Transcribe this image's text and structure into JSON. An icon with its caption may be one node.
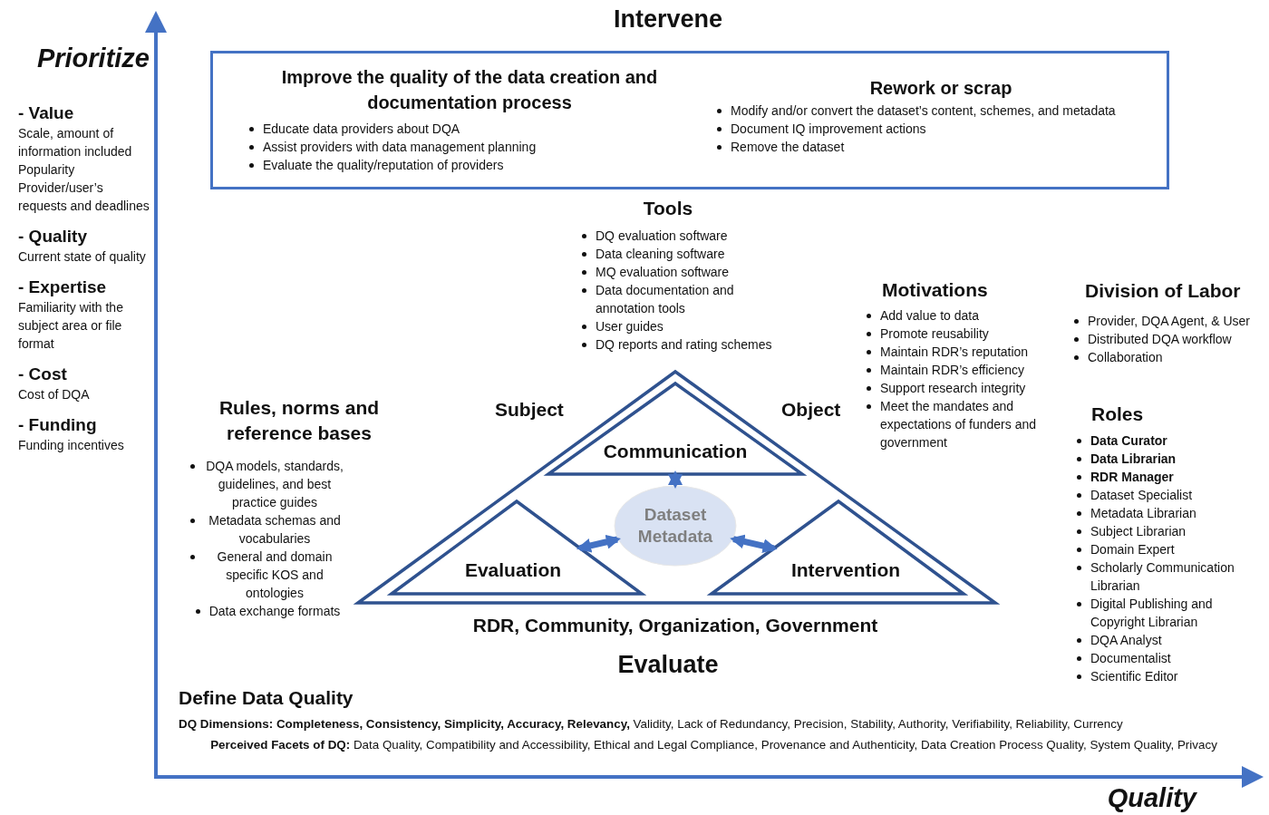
{
  "diagram": {
    "nodes": [
      {
        "text": [
          "Improve the quality of the data creation and documentation process",
          "Educate data providers about DQA",
          "Assist providers with data management planning",
          "Evaluate the quality/reputation of providers",
          "Rework or scrap",
          "Modify and/or convert the dataset’s content, schemes, and metadata",
          "Document IQ improvement actions",
          "Remove the dataset"
        ]
      },
      {
        "text": [],
        "shape": "triangle",
        "beside": [
          "Subject",
          "Object",
          "RDR, Community, Organization, Government"
        ]
      },
      {
        "text": [
          "Communication"
        ],
        "in": 1
      },
      {
        "text": [
          "Evaluation"
        ],
        "in": 1
      },
      {
        "text": [
          "Intervention"
        ],
        "in": 1
      },
      {
        "text": [
          "Dataset Metadata"
        ],
        "in": 1
      }
    ],
    "edges": [
      {
        "from": 2,
        "to": 5,
        "arrow": "both"
      },
      {
        "from": 3,
        "to": 5,
        "arrow": "both"
      },
      {
        "from": 4,
        "to": 5,
        "arrow": "both"
      }
    ],
    "labels": [
      "Intervene",
      "Prioritize",
      "- Value",
      "Scale, amount of information included",
      "Popularity",
      "Provider/user’s requests and deadlines",
      "- Quality",
      "Current state of quality",
      "- Expertise",
      "Familiarity with the subject area or file format",
      "- Cost",
      "Cost of DQA",
      "- Funding",
      "Funding incentives",
      "Tools",
      "DQ evaluation software",
      "Data cleaning software",
      "MQ evaluation software",
      "Data documentation and annotation tools",
      "User guides",
      "DQ reports and rating schemes",
      "Motivations",
      "Add value to data",
      "Promote reusability",
      "Maintain RDR’s reputation",
      "Maintain RDR’s efficiency",
      "Support research integrity",
      "Meet the mandates and expectations of funders and government",
      "Division of Labor",
      "Provider, DQA Agent, & User",
      "Distributed DQA workflow",
      "Collaboration",
      "Roles",
      "Data Curator",
      "Data Librarian",
      "RDR Manager",
      "Dataset Specialist",
      "Metadata Librarian",
      "Subject Librarian",
      "Domain Expert",
      "Scholarly Communication Librarian",
      "Digital Publishing and Copyright Librarian",
      "DQA Analyst",
      "Documentalist",
      "Scientific Editor",
      "Rules, norms and reference bases",
      "DQA models, standards, guidelines, and best practice guides",
      "Metadata schemas and vocabularies",
      "General and domain specific KOS and ontologies",
      "Data exchange formats",
      "Evaluate",
      "Define Data Quality",
      "**DQ Dimensions: Completeness, Consistency, Simplicity, Accuracy, Relevancy,** Validity, Lack of Redundancy, Precision, Stability, Authority, Verifiability, Reliability, Currency",
      "**Perceived Facets of DQ:** Data Quality, Compatibility and Accessibility, Ethical and Legal Compliance, Provenance and Authenticity, Data Creation Process Quality, System Quality, Privacy",
      "Quality"
    ]
  }
}
